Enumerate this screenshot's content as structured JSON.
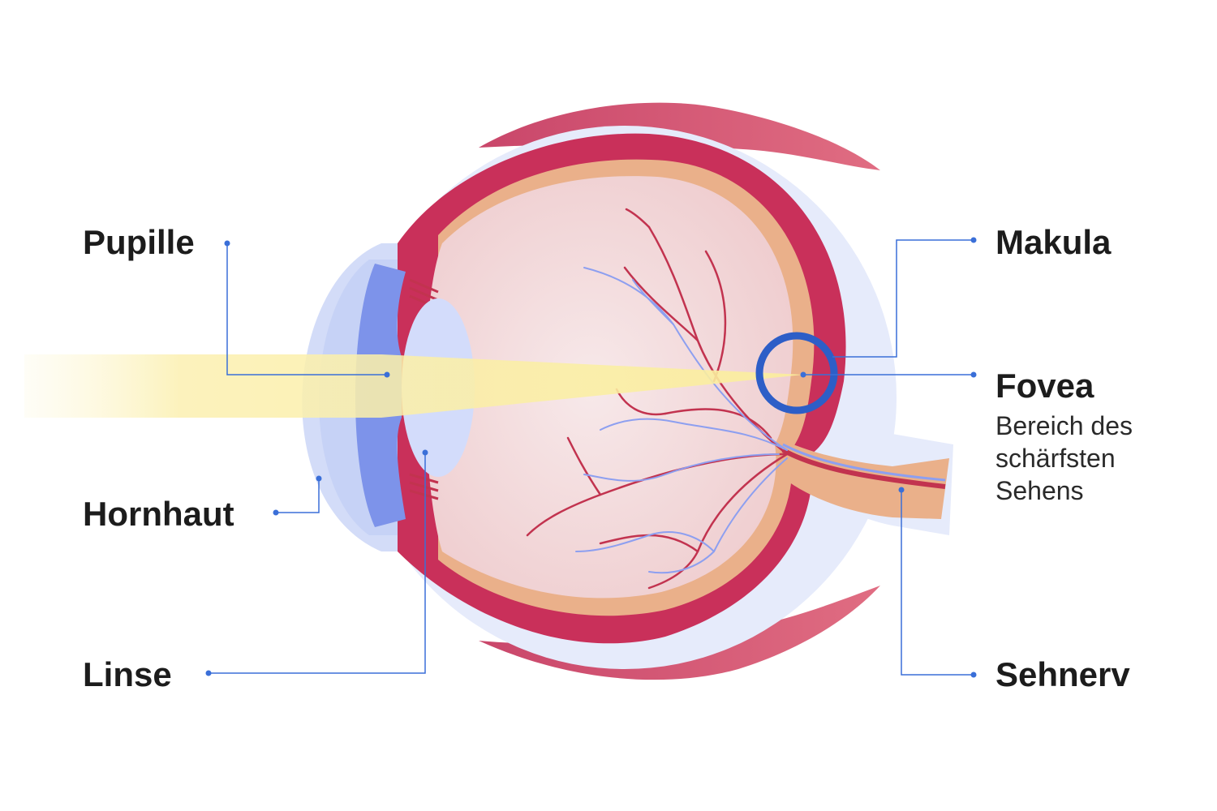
{
  "labels": {
    "pupille": "Pupille",
    "hornhaut": "Hornhaut",
    "linse": "Linse",
    "makula": "Makula",
    "fovea": "Fovea",
    "fovea_desc": [
      "Bereich des",
      "schärfsten",
      "Sehens"
    ],
    "sehnerv": "Sehnerv"
  },
  "colors": {
    "muscle": "#d95b73",
    "sclera_outer": "#e4e9fb",
    "choroid": "#c9305a",
    "retina": "#eab08a",
    "vitreous": "#f4dede",
    "cornea": "#c7d2f7",
    "iris": "#7d93ea",
    "lens": "#d3dcfb",
    "light_beam": "#fbf0b0",
    "vessel_red": "#c2334f",
    "vessel_blue": "#8d9ff0",
    "leader_line": "#3a6fd8",
    "fovea_ring": "#2d5ec7"
  }
}
